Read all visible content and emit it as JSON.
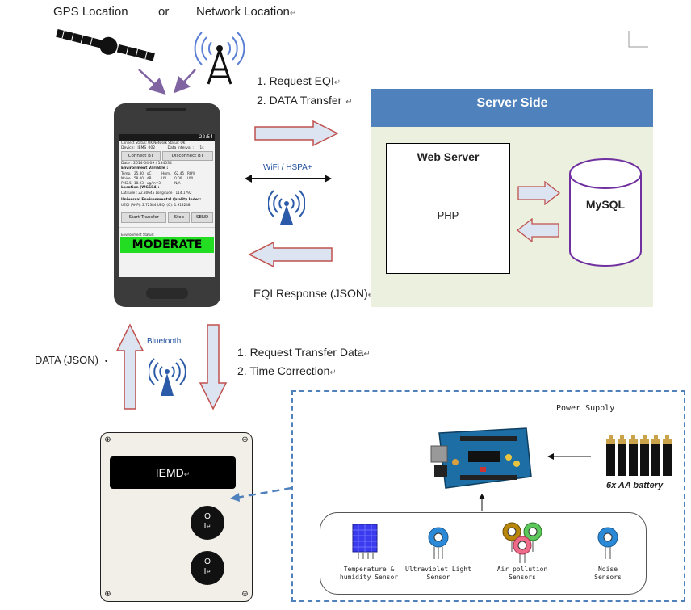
{
  "header": {
    "gps_label": "GPS Location",
    "or_label": "or",
    "network_label": "Network Location",
    "para_mark": "↵"
  },
  "upper_flow": {
    "request_line1": "1. Request EQI",
    "request_line2": "2. DATA Transfer",
    "wifi_label": "WiFi / HSPA+",
    "response_label": "EQI Response (JSON)"
  },
  "server": {
    "title": "Server Side",
    "web_server_title": "Web Server",
    "php_label": "PHP",
    "db_label": "MySQL",
    "header_color": "#4f81bd",
    "bg_color": "#ebf1de"
  },
  "phone": {
    "status_bar_time": "22:54",
    "status_line": "Connect Status: OK    Network Status: OK",
    "device_label": "Device:",
    "device_value": "IEMS_002",
    "interval_label": "Data Interval :",
    "interval_value": "1s",
    "connect_button": "Connect BT",
    "disconnect_button": "Disconnect BT",
    "date_line": "Date :   2014-04-09 / 154034",
    "env_heading": "Environment Variable :",
    "env_rows": [
      [
        "Temp.",
        "25.30",
        "oC",
        "Humi.",
        "62.45",
        "RH%"
      ],
      [
        "Noise",
        "58.00",
        "dB",
        "UV",
        "0.00",
        "UVI"
      ],
      [
        "PM2.5",
        "18.93",
        "ug/m^3",
        "",
        "N/A",
        ""
      ]
    ],
    "location_heading": "Location (WGS84):",
    "location_line": "Latitude :   22.30645   Longitude : 114.1792",
    "ueqi_heading": "Universal Environmental Quality Index:",
    "ueqi_line": "UEQI (AHP):  2.72384     UEQI (G):      1.918248",
    "start_button": "Start Transfer",
    "stop_button": "Stop",
    "send_button": "SEND",
    "env_status_label": "Environment Status:",
    "status_value": "MODERATE",
    "status_color": "#22dd22"
  },
  "lower_flow": {
    "data_json_label": "DATA (JSON)",
    "bullet": "•",
    "bluetooth_label": "Bluetooth",
    "request_transfer": "1. Request Transfer Data",
    "time_correction": "2. Time Correction"
  },
  "device": {
    "display_label": "IEMD",
    "switch_symbol_top": "O",
    "switch_symbol_bottom": "I"
  },
  "hardware": {
    "power_supply_label": "Power Supply",
    "battery_label": "6x AA battery",
    "sensors": [
      "Temperature & humidity Sensor",
      "Ultraviolet Light Sensor",
      "Air pollution Sensors",
      "Noise Sensors"
    ]
  }
}
